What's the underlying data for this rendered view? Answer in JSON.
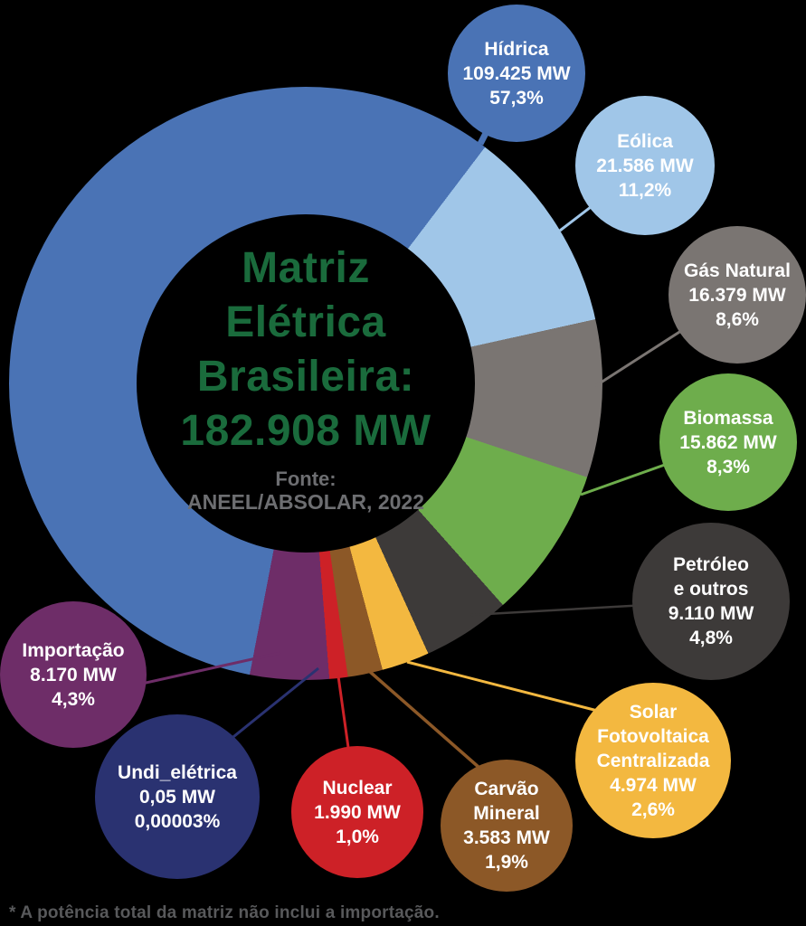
{
  "chart_data": {
    "type": "pie",
    "variant": "donut",
    "direction": "clockwise",
    "start_angle_deg": 190.9,
    "title_lines": [
      "Matriz",
      "Elétrica",
      "Brasileira:",
      "182.908 MW"
    ],
    "title": "Matriz Elétrica Brasileira: 182.908 MW",
    "source_label": "Fonte:",
    "source": "ANEEL/ABSOLAR, 2022",
    "footnote": "* A potência total da matriz não inclui a importação.",
    "legend_position": "bubbles-around-donut",
    "segments": [
      {
        "name": "Hídrica",
        "name_lines": [
          "Hídrica"
        ],
        "mw": 109425,
        "mw_label": "109.425 MW",
        "percent": 57.3,
        "percent_label": "57,3%",
        "color": "#4a73b5"
      },
      {
        "name": "Eólica",
        "name_lines": [
          "Eólica"
        ],
        "mw": 21586,
        "mw_label": "21.586 MW",
        "percent": 11.2,
        "percent_label": "11,2%",
        "color": "#a0c6e8"
      },
      {
        "name": "Gás Natural",
        "name_lines": [
          "Gás Natural"
        ],
        "mw": 16379,
        "mw_label": "16.379 MW",
        "percent": 8.6,
        "percent_label": "8,6%",
        "color": "#7a7572"
      },
      {
        "name": "Biomassa",
        "name_lines": [
          "Biomassa"
        ],
        "mw": 15862,
        "mw_label": "15.862 MW",
        "percent": 8.3,
        "percent_label": "8,3%",
        "color": "#6ead4c"
      },
      {
        "name": "Petróleo e outros",
        "name_lines": [
          "Petróleo",
          "e outros"
        ],
        "mw": 9110,
        "mw_label": "9.110 MW",
        "percent": 4.8,
        "percent_label": "4,8%",
        "color": "#3d3a39"
      },
      {
        "name": "Solar Fotovoltaica Centralizada",
        "name_lines": [
          "Solar",
          "Fotovoltaica",
          "Centralizada"
        ],
        "mw": 4974,
        "mw_label": "4.974 MW",
        "percent": 2.6,
        "percent_label": "2,6%",
        "color": "#f3b840"
      },
      {
        "name": "Carvão Mineral",
        "name_lines": [
          "Carvão",
          "Mineral"
        ],
        "mw": 3583,
        "mw_label": "3.583 MW",
        "percent": 1.9,
        "percent_label": "1,9%",
        "color": "#8c5827"
      },
      {
        "name": "Nuclear",
        "name_lines": [
          "Nuclear"
        ],
        "mw": 1990,
        "mw_label": "1.990 MW",
        "percent": 1.0,
        "percent_label": "1,0%",
        "color": "#cd2127"
      },
      {
        "name": "Undi_elétrica",
        "name_lines": [
          "Undi_elétrica"
        ],
        "mw": 0.05,
        "mw_label": "0,05 MW",
        "percent": 3e-05,
        "percent_label": "0,00003%",
        "color": "#2a3271"
      },
      {
        "name": "Importação",
        "name_lines": [
          "Importação"
        ],
        "mw": 8170,
        "mw_label": "8.170 MW",
        "percent": 4.3,
        "percent_label": "4,3%",
        "color": "#6e2d68"
      }
    ],
    "colors": {
      "center_text": "#1a6b3c",
      "source_text": "#6d6e71",
      "footnote_text": "#58595b",
      "background": "#000000",
      "bubble_text": "#ffffff"
    }
  }
}
